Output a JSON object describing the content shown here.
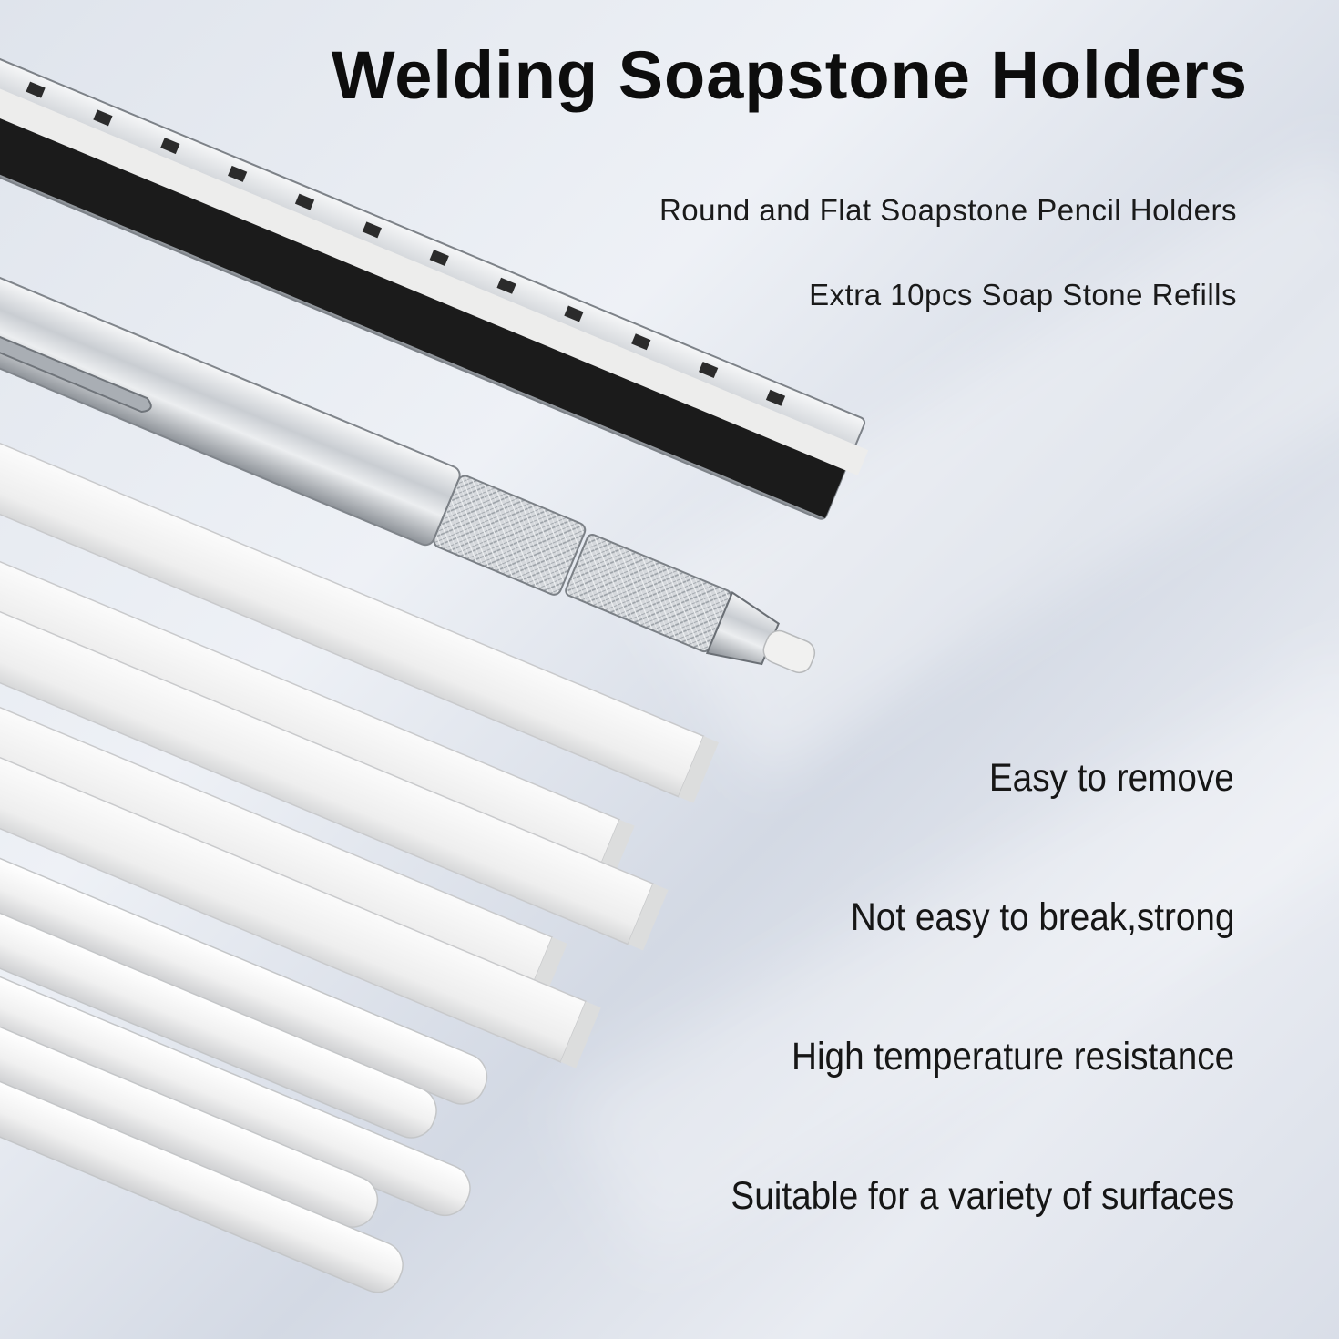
{
  "title": "Welding Soapstone Holders",
  "subtitles": [
    "Round and Flat Soapstone Pencil Holders",
    "Extra 10pcs Soap Stone Refills"
  ],
  "features": [
    "Easy to remove",
    "Not easy to break,strong",
    "High temperature resistance",
    "Suitable for a variety of surfaces"
  ],
  "colors": {
    "background": "#e4e8ef",
    "text": "#111111",
    "metal": "#c7cbd0",
    "soapstone": "#f3f3f2",
    "holder_inner": "#1b1b1b"
  }
}
